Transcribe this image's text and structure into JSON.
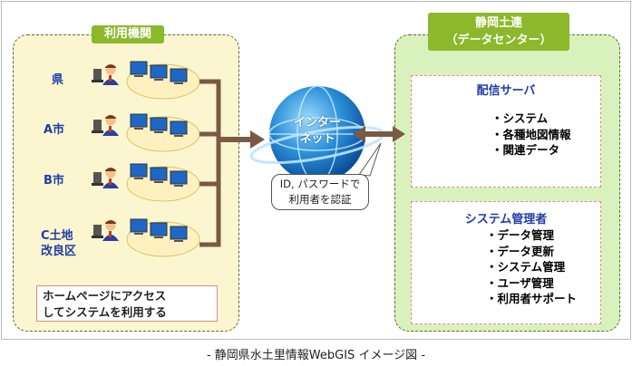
{
  "caption": "- 静岡県水土里情報WebGIS イメージ図 -",
  "left_region": {
    "title": "利用機関",
    "entities": [
      {
        "label": "県"
      },
      {
        "label": "A市"
      },
      {
        "label": "B市"
      },
      {
        "label_line1": "C土地",
        "label_line2": "改良区"
      }
    ],
    "note_line1": "ホームページにアクセス",
    "note_line2": "してシステムを利用する"
  },
  "center": {
    "internet_line1": "インター",
    "internet_line2": "ネット",
    "auth_line1": "ID, パスワードで",
    "auth_line2": "利用者を認証"
  },
  "right_region": {
    "title_line1": "静岡土連",
    "title_line2": "（データセンター）",
    "server_panel": {
      "title": "配信サーバ",
      "items": [
        "・システム",
        "・各種地図情報",
        "・関連データ"
      ]
    },
    "admin_panel": {
      "title": "システム管理者",
      "items": [
        "・データ管理",
        "・データ更新",
        "・システム管理",
        "・ユーザ管理",
        "・利用者サポート"
      ]
    }
  },
  "colors": {
    "left_region_fill": "#fbf6cf",
    "right_region_fill": "#d9f2bd",
    "badge_green": "#8cb82c",
    "label_blue": "#1f3da8",
    "connector_brown": "#7a5a44"
  }
}
